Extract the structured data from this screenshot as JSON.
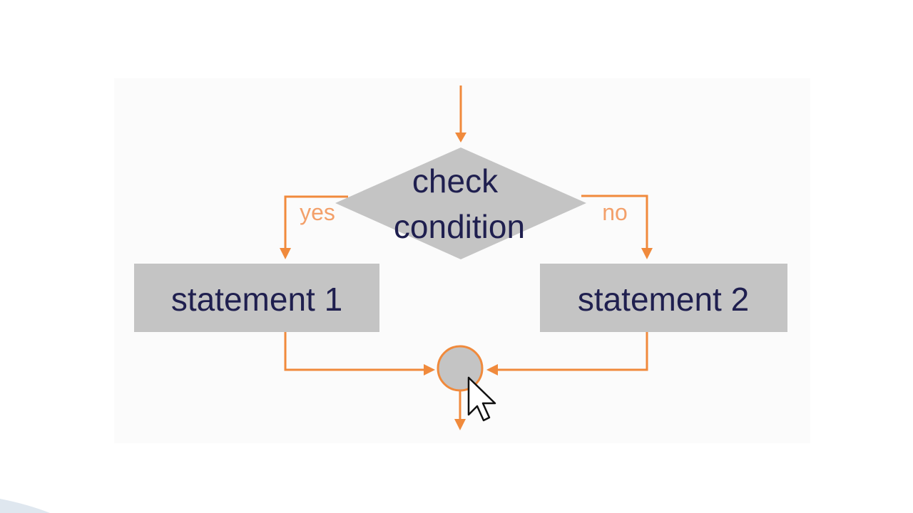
{
  "diagram": {
    "decision": {
      "line1": "check",
      "line2": "condition"
    },
    "yes_label": "yes",
    "no_label": "no",
    "statement1": "statement 1",
    "statement2": "statement 2"
  },
  "colors": {
    "accent_orange": "#f08a3c",
    "shape_gray": "#c4c4c4",
    "text_navy": "#1f1f4f",
    "panel_bg": "#fbfbfb"
  },
  "icons": {
    "cursor": "mouse-pointer-icon",
    "junction": "merge-circle-icon"
  }
}
